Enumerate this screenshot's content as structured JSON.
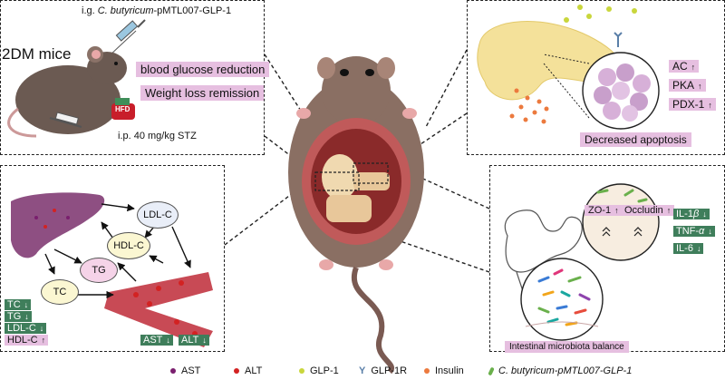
{
  "top_left": {
    "title": "2DM mice",
    "ig_label": "i.g.",
    "ig_strain": "C. butyricum",
    "ig_suffix": "-pMTL007-GLP-1",
    "ip_label": "i.p. 40 mg/kg STZ",
    "hfd": "HFD",
    "effect1": "blood glucose reduction",
    "effect2": "Weight loss remission"
  },
  "top_right": {
    "markers": [
      {
        "name": "AC",
        "arrow": "↑"
      },
      {
        "name": "PKA",
        "arrow": "↑"
      },
      {
        "name": "PDX-1",
        "arrow": "↑"
      }
    ],
    "result": "Decreased apoptosis"
  },
  "bottom_left": {
    "nodes": {
      "ldl": "LDL-C",
      "hdl": "HDL-C",
      "tg": "TG",
      "tc": "TC"
    },
    "lipids": [
      {
        "name": "TC",
        "arrow": "↓",
        "color": "green"
      },
      {
        "name": "TG",
        "arrow": "↓",
        "color": "green"
      },
      {
        "name": "LDL-C",
        "arrow": "↓",
        "color": "green"
      },
      {
        "name": "HDL-C",
        "arrow": "↑",
        "color": "pink"
      }
    ],
    "enzymes": [
      {
        "name": "AST",
        "arrow": "↓"
      },
      {
        "name": "ALT",
        "arrow": "↓"
      }
    ]
  },
  "bottom_right": {
    "zo1": "ZO-1",
    "zo1_arrow": "↑",
    "occludin": "Occludin",
    "occludin_arrow": "↑",
    "cytokines": [
      {
        "name": "IL-1",
        "greek": "β",
        "arrow": "↓"
      },
      {
        "name": "TNF-",
        "greek": "α",
        "arrow": "↓"
      },
      {
        "name": "IL-6",
        "greek": "",
        "arrow": "↓"
      }
    ],
    "result": "Intestinal microbiota balance"
  },
  "legend": [
    {
      "label": "AST",
      "icon": "dot",
      "color": "#7a1f6e"
    },
    {
      "label": "ALT",
      "icon": "dot",
      "color": "#d32222"
    },
    {
      "label": "GLP-1",
      "icon": "dot",
      "color": "#c9d63c"
    },
    {
      "label": "GLP-1R",
      "icon": "receptor",
      "color": "#5a7fa8"
    },
    {
      "label": "Insulin",
      "icon": "dot",
      "color": "#ec7a3e"
    },
    {
      "label": "C. butyricum-pMTL007-GLP-1",
      "icon": "rod",
      "color": "#6ab04c"
    }
  ]
}
